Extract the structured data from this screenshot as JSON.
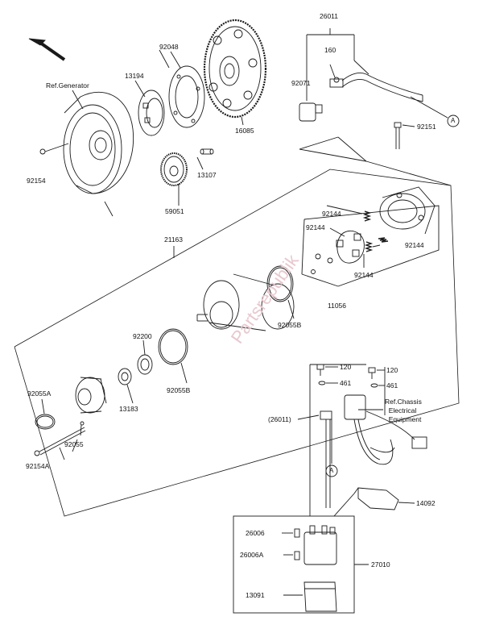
{
  "parts": {
    "p26011": "26011",
    "p160": "160",
    "p92071": "92071",
    "p92048": "92048",
    "p13194": "13194",
    "p16085": "16085",
    "p92151": "92151",
    "p92154": "92154",
    "p13107": "13107",
    "p59051": "59051",
    "p21163": "21163",
    "p92144a": "92144",
    "p92144b": "92144",
    "p92144c": "92144",
    "p92144d": "92144",
    "p11056": "11056",
    "p92055B_top": "92055B",
    "p92200": "92200",
    "p92055B_low": "92055B",
    "p13183": "13183",
    "p92055A": "92055A",
    "p92055": "92055",
    "p92154A": "92154A",
    "p120a": "120",
    "p461a": "461",
    "p120b": "120",
    "p461b": "461",
    "p26011_paren": "(26011)",
    "p14092": "14092",
    "p26006": "26006",
    "p26006A": "26006A",
    "p27010": "27010",
    "p13091": "13091"
  },
  "refs": {
    "generator": "Ref.Generator",
    "chassis": "Ref.Chassis\n  Electrical\n  Equipment"
  },
  "markers": {
    "a_top": "A",
    "a_bottom": "A"
  },
  "watermark": "Partsrepublik",
  "colors": {
    "line": "#1a1a1a",
    "watermark": "#e8c8cf"
  }
}
